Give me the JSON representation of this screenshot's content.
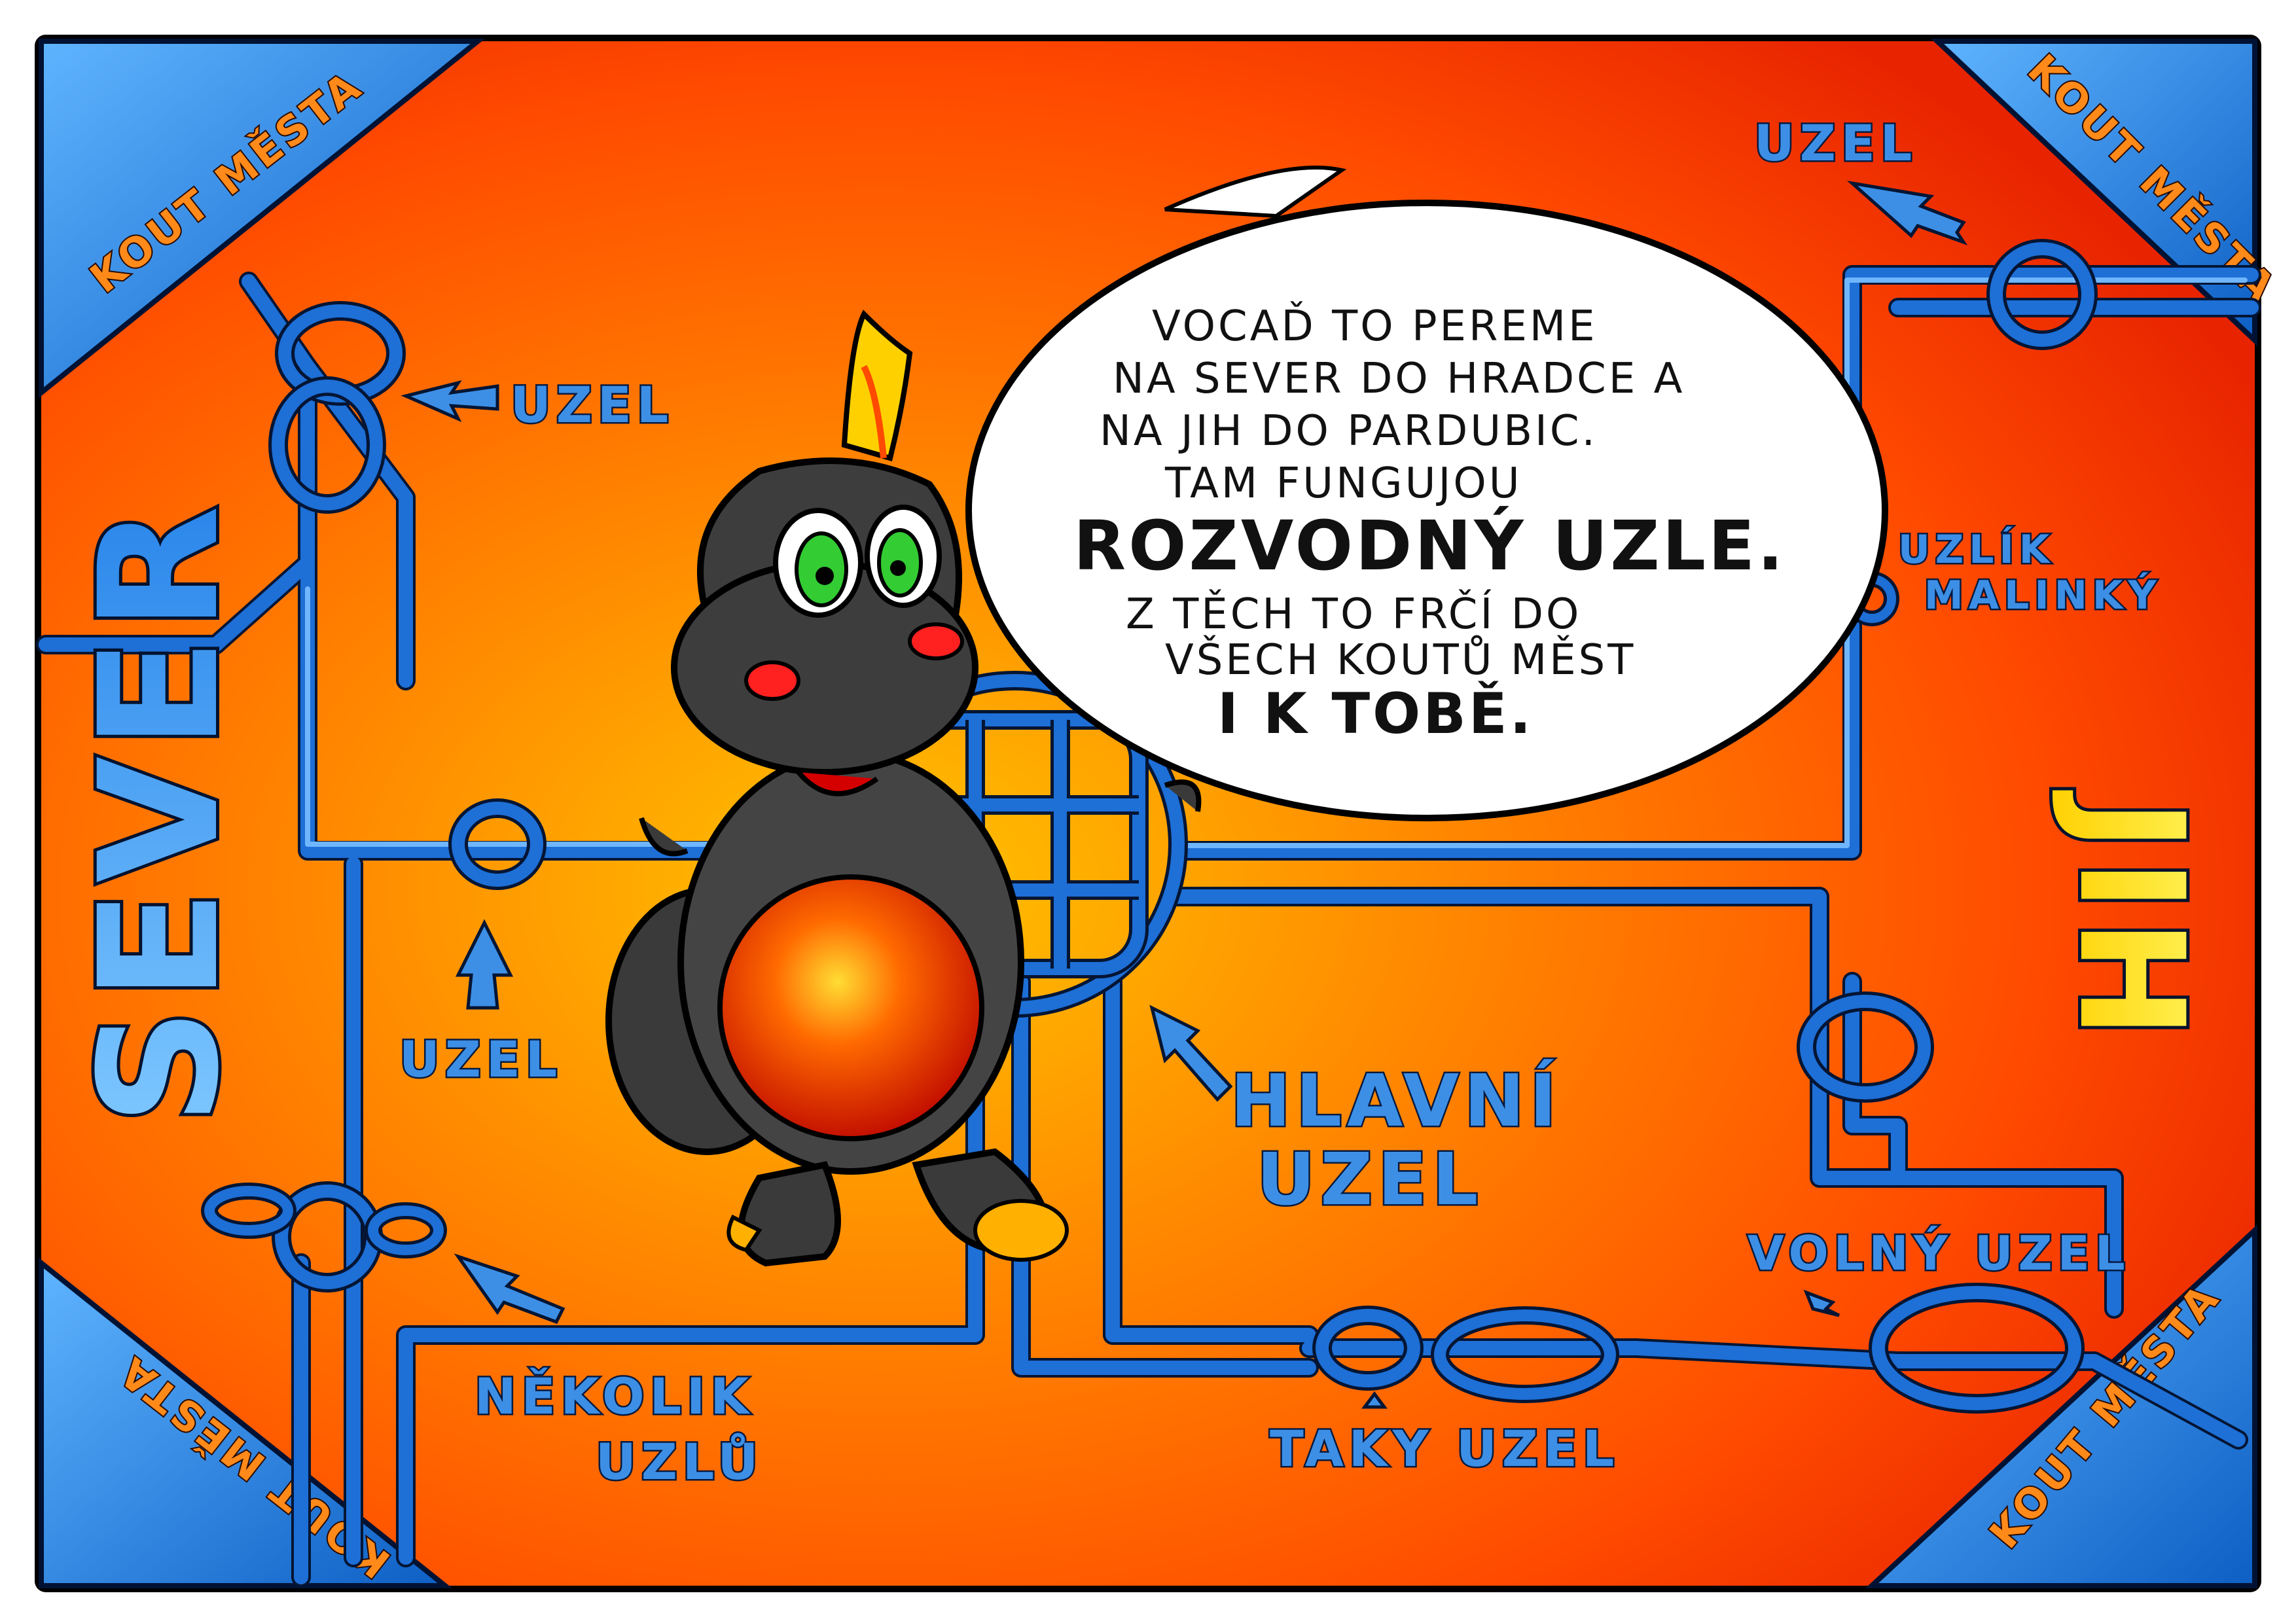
{
  "colors": {
    "background_center": "#ffb800",
    "background_mid": "#ff6a00",
    "background_edge": "#f02a00",
    "corner_blue": "#1f7fe0",
    "rope_blue": "#1e6fd6",
    "label_blue": "#3d8fe6",
    "jih_yellow": "#ffe01a",
    "corner_text_orange": "#ff8a1a"
  },
  "corners": {
    "top_left": "KOUT MĚSTA",
    "top_right": "KOUT MĚSTA",
    "bottom_left": "KOUT MĚSTA",
    "bottom_right": "KOUT MĚSTA"
  },
  "directions": {
    "north": "SEVER",
    "south": "JIH"
  },
  "speech_bubble": {
    "line1": "VOCAĎ TO PEREME",
    "line2": "NA SEVER DO HRADCE A",
    "line3": "NA JIH DO PARDUBIC.",
    "line4": "TAM FUNGUJOU",
    "line5": "ROZVODNÝ UZLE.",
    "line6": "Z TĚCH TO FRČÍ DO",
    "line7": "VŠECH KOUTŮ MĚST",
    "line8": "I K TOBĚ."
  },
  "labels": {
    "uzel_top_left": "UZEL",
    "uzel_left": "UZEL",
    "nekolik_line1": "NĚKOLIK",
    "nekolik_line2": "UZLŮ",
    "hlavni_line1": "HLAVNÍ",
    "hlavni_line2": "UZEL",
    "taky_uzel": "TAKY UZEL",
    "volny_uzel": "VOLNÝ UZEL",
    "uzlik_line1": "UZLÍK",
    "uzlik_line2": "MALINKÝ",
    "uzel_top_right": "UZEL"
  },
  "icons": [
    "arrow-icon",
    "knot-icon",
    "dragon-mascot"
  ]
}
